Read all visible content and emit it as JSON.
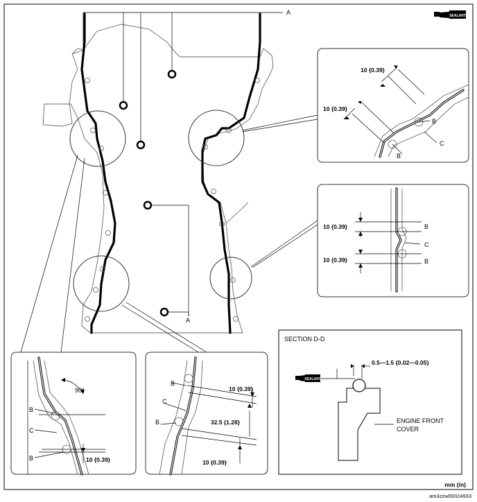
{
  "labels": {
    "a_top": "A",
    "a_bottom": "A",
    "b": "B",
    "c": "C",
    "sealant": "SEALANT",
    "dim_10": "10 {0.39}",
    "dim_32": "32.5 {1.28}",
    "angle_90": "90°",
    "section_title": "SECTION D-D",
    "section_dim": "0.5—1.5 {0.02—0.05}",
    "engine_front_cover_line1": "ENGINE FRONT",
    "engine_front_cover_line2": "COVER",
    "units": "mm (in)",
    "figure_code": "am3zzw00024933"
  }
}
